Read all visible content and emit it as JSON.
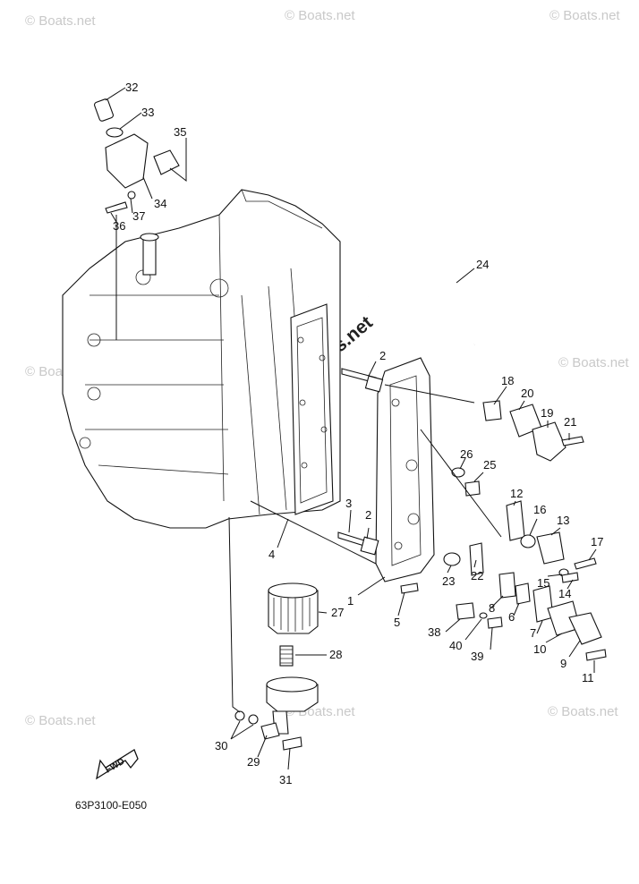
{
  "watermark": "© Boats.net",
  "diagram_code": "63P3100-E050",
  "fwd_label": "FWD",
  "callouts": [
    {
      "id": "32",
      "text": "32"
    },
    {
      "id": "33",
      "text": "33"
    },
    {
      "id": "35",
      "text": "35"
    },
    {
      "id": "34",
      "text": "34"
    },
    {
      "id": "37",
      "text": "37"
    },
    {
      "id": "36",
      "text": "36"
    },
    {
      "id": "24",
      "text": "24"
    },
    {
      "id": "2a",
      "text": "2"
    },
    {
      "id": "18",
      "text": "18"
    },
    {
      "id": "20",
      "text": "20"
    },
    {
      "id": "19",
      "text": "19"
    },
    {
      "id": "21",
      "text": "21"
    },
    {
      "id": "26",
      "text": "26"
    },
    {
      "id": "25",
      "text": "25"
    },
    {
      "id": "12",
      "text": "12"
    },
    {
      "id": "16",
      "text": "16"
    },
    {
      "id": "13",
      "text": "13"
    },
    {
      "id": "17",
      "text": "17"
    },
    {
      "id": "3",
      "text": "3"
    },
    {
      "id": "2b",
      "text": "2"
    },
    {
      "id": "4",
      "text": "4"
    },
    {
      "id": "23",
      "text": "23"
    },
    {
      "id": "22",
      "text": "22"
    },
    {
      "id": "15",
      "text": "15"
    },
    {
      "id": "14",
      "text": "14"
    },
    {
      "id": "1",
      "text": "1"
    },
    {
      "id": "27",
      "text": "27"
    },
    {
      "id": "5",
      "text": "5"
    },
    {
      "id": "8",
      "text": "8"
    },
    {
      "id": "6",
      "text": "6"
    },
    {
      "id": "7",
      "text": "7"
    },
    {
      "id": "10",
      "text": "10"
    },
    {
      "id": "38",
      "text": "38"
    },
    {
      "id": "40",
      "text": "40"
    },
    {
      "id": "39",
      "text": "39"
    },
    {
      "id": "9",
      "text": "9"
    },
    {
      "id": "11",
      "text": "11"
    },
    {
      "id": "28",
      "text": "28"
    },
    {
      "id": "30",
      "text": "30"
    },
    {
      "id": "29",
      "text": "29"
    },
    {
      "id": "31",
      "text": "31"
    }
  ]
}
